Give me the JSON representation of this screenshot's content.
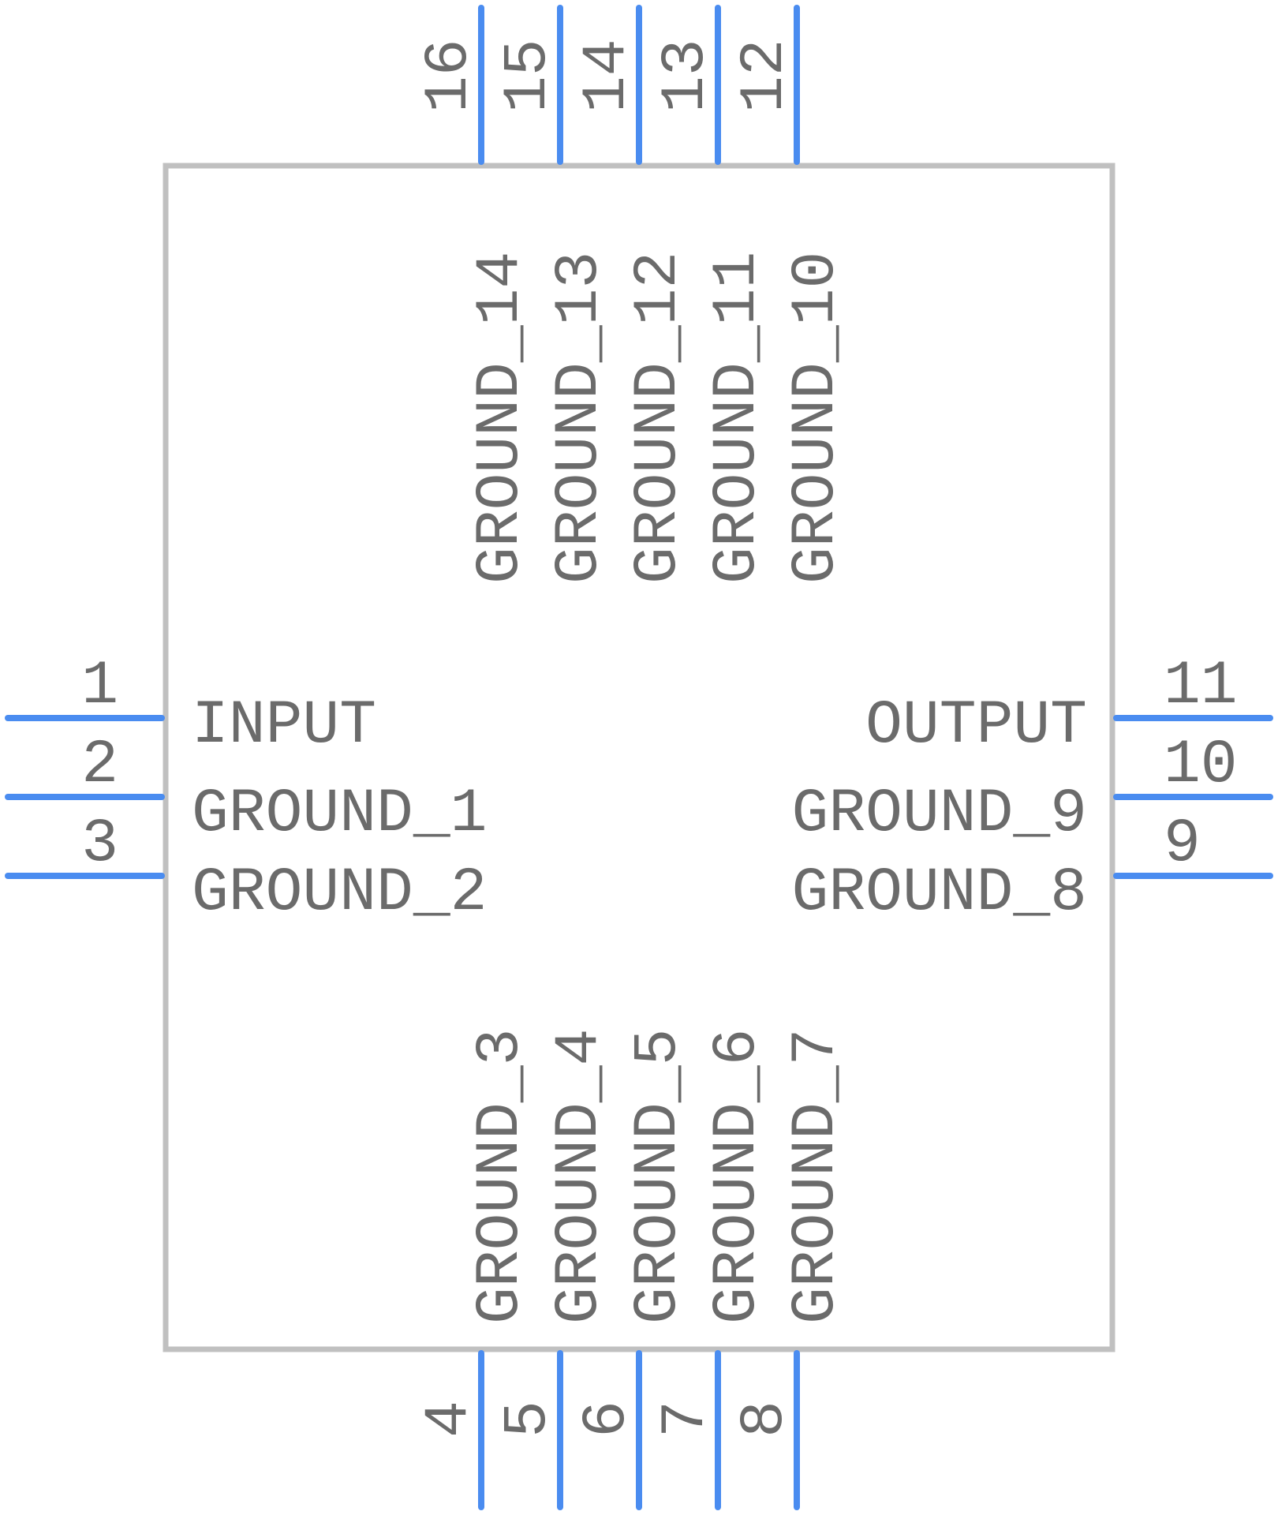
{
  "colors": {
    "pin_line": "#4a8cf0",
    "body_outline": "#c0c0c0",
    "text": "#6b6b6b",
    "background": "#ffffff"
  },
  "pins": {
    "left": [
      {
        "number": "1",
        "name": "INPUT"
      },
      {
        "number": "2",
        "name": "GROUND_1"
      },
      {
        "number": "3",
        "name": "GROUND_2"
      }
    ],
    "right": [
      {
        "number": "11",
        "name": "OUTPUT"
      },
      {
        "number": "10",
        "name": "GROUND_9"
      },
      {
        "number": "9",
        "name": "GROUND_8"
      }
    ],
    "top": [
      {
        "number": "16",
        "name": "GROUND_14"
      },
      {
        "number": "15",
        "name": "GROUND_13"
      },
      {
        "number": "14",
        "name": "GROUND_12"
      },
      {
        "number": "13",
        "name": "GROUND_11"
      },
      {
        "number": "12",
        "name": "GROUND_10"
      }
    ],
    "bottom": [
      {
        "number": "4",
        "name": "GROUND_3"
      },
      {
        "number": "5",
        "name": "GROUND_4"
      },
      {
        "number": "6",
        "name": "GROUND_5"
      },
      {
        "number": "7",
        "name": "GROUND_6"
      },
      {
        "number": "8",
        "name": "GROUND_7"
      }
    ]
  }
}
